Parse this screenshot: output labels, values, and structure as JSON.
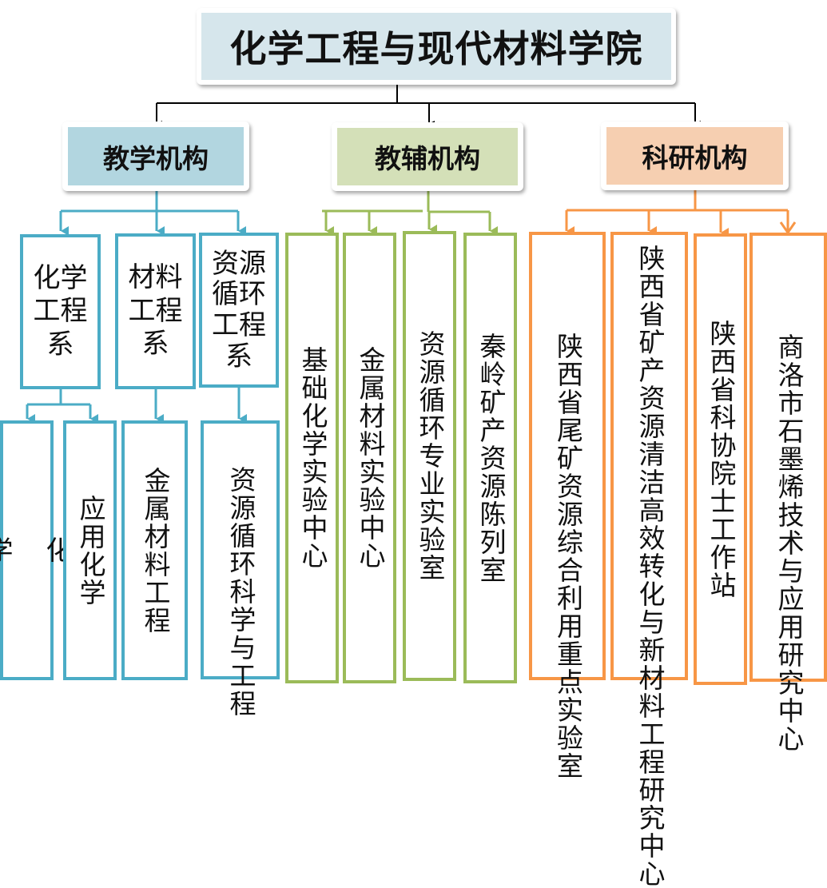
{
  "title": "化学工程与现代材料学院",
  "colors": {
    "root_fill": "#d6e6ec",
    "teaching": "#4bacc6",
    "teaching_fill": "#b2d6e0",
    "support": "#9bbb59",
    "support_fill": "#d4e0b8",
    "research": "#f79646",
    "research_fill": "#f6cfb1"
  },
  "branches": {
    "teaching": {
      "label": "教学机构",
      "departments": [
        {
          "label": "化学\n工程\n系",
          "majors": [
            "化\n\n学",
            "应用化学"
          ]
        },
        {
          "label": "材料\n工程\n系",
          "majors": [
            "金属材料工程"
          ]
        },
        {
          "label": "资源\n循环\n工程\n系",
          "majors": [
            "资源循环科学与工程"
          ]
        }
      ]
    },
    "support": {
      "label": "教辅机构",
      "units": [
        "基础化学实验中心",
        "金属材料实验中心",
        "资源循环专业实验室",
        "秦岭矿产资源陈列室"
      ]
    },
    "research": {
      "label": "科研机构",
      "units": [
        "陕西省尾矿资源综合利用重点实验室",
        "陕西省矿产资源清洁高效转化与新材料工程研究中心",
        "陕西省科协院士工作站",
        "商洛市石墨烯技术与应用研究中心"
      ]
    }
  }
}
